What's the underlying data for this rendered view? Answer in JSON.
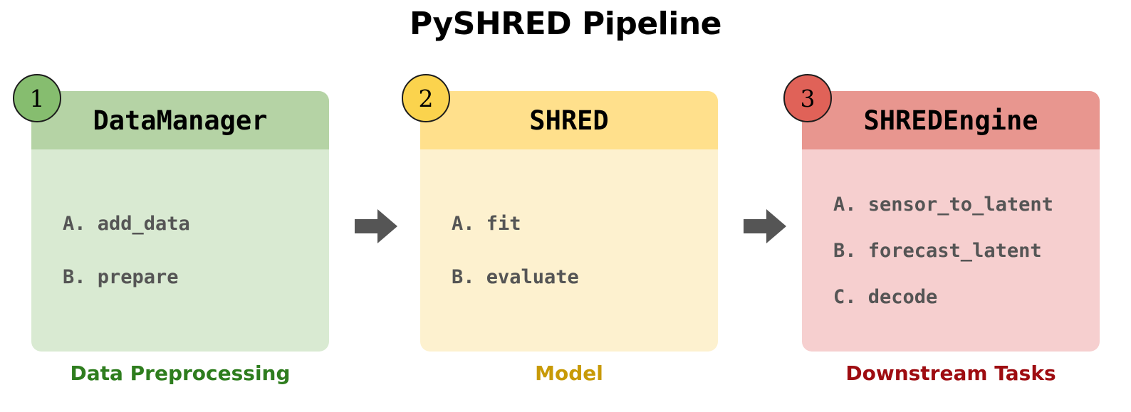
{
  "title": "PySHRED Pipeline",
  "colors": {
    "green_header": "#b5d3a5",
    "green_body": "#d9ead2",
    "green_badge": "#86bd6f",
    "green_caption": "#2e7d1e",
    "yellow_header": "#ffe08c",
    "yellow_body": "#fdf1cf",
    "yellow_badge": "#fbd34d",
    "yellow_caption": "#c89a06",
    "red_header": "#e8968f",
    "red_body": "#f6cfcf",
    "red_badge": "#e06258",
    "red_caption": "#9e0c11",
    "arrow": "#555555",
    "item_text": "#555555"
  },
  "stages": [
    {
      "badge": "1",
      "name": "DataManager",
      "caption": "Data Preprocessing",
      "items": [
        "A. add_data",
        "B. prepare"
      ]
    },
    {
      "badge": "2",
      "name": "SHRED",
      "caption": "Model",
      "items": [
        "A. fit",
        "B. evaluate"
      ]
    },
    {
      "badge": "3",
      "name": "SHREDEngine",
      "caption": "Downstream Tasks",
      "items": [
        "A. sensor_to_latent",
        "B. forecast_latent",
        "C. decode"
      ]
    }
  ],
  "arrows": [
    {
      "name": "arrow-stage1-to-stage2"
    },
    {
      "name": "arrow-stage2-to-stage3"
    }
  ]
}
